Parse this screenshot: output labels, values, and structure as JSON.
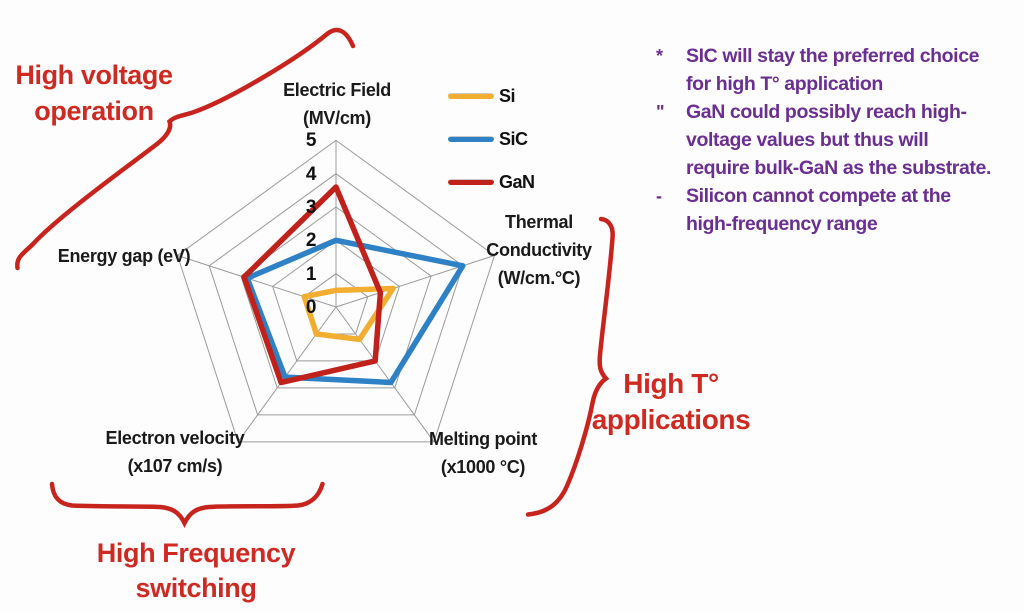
{
  "legend": {
    "items": [
      {
        "label": "Si",
        "color": "#F2AE31"
      },
      {
        "label": "SiC",
        "color": "#2E81C4"
      },
      {
        "label": "GaN",
        "color": "#C1211B"
      }
    ]
  },
  "chart_data": {
    "type": "radar",
    "title": "",
    "categories": [
      "Electric Field (MV/cm)",
      "Thermal Conductivity (W/cm.°C)",
      "Melting point (x1000 °C)",
      "Electron velocity (x107 cm/s)",
      "Energy gap (eV)"
    ],
    "axis_labels": [
      [
        "Electric Field",
        "(MV/cm)"
      ],
      [
        "Thermal",
        "Conductivity",
        "(W/cm.°C)"
      ],
      [
        "Melting point",
        "(x1000 °C)"
      ],
      [
        "Electron velocity",
        "(x107 cm/s)"
      ],
      [
        "Energy gap (eV)"
      ]
    ],
    "tick_labels": [
      "5",
      "4",
      "3",
      "2",
      "1",
      "0"
    ],
    "rmax": 5,
    "grid": true,
    "legend_position": "top-right",
    "series": [
      {
        "name": "Si",
        "color": "#F2AE31",
        "values": [
          0.5,
          1.8,
          1.2,
          1.0,
          1.0
        ]
      },
      {
        "name": "SiC",
        "color": "#2E81C4",
        "values": [
          2.0,
          4.0,
          2.8,
          2.6,
          2.8
        ]
      },
      {
        "name": "GaN",
        "color": "#C1211B",
        "values": [
          3.6,
          1.4,
          2.0,
          2.8,
          2.9
        ]
      }
    ]
  },
  "annotations": {
    "brace_color": "#C8241E",
    "high_voltage": {
      "line1": "High voltage",
      "line2": "operation"
    },
    "high_temp": {
      "line1": "High T°",
      "line2": "applications"
    },
    "high_freq": {
      "line1": "High Frequency",
      "line2": "switching"
    }
  },
  "notes": {
    "color": "#6B2E91",
    "items": [
      {
        "marker": "*",
        "lines": [
          "SIC will stay the preferred choice",
          "for high T° application"
        ]
      },
      {
        "marker": "\"",
        "lines": [
          "GaN could possibly reach high-",
          "voltage values but thus will",
          "require bulk-GaN as the substrate."
        ]
      },
      {
        "marker": "-",
        "lines": [
          "Silicon cannot compete at the",
          "high-frequency range"
        ]
      }
    ]
  }
}
